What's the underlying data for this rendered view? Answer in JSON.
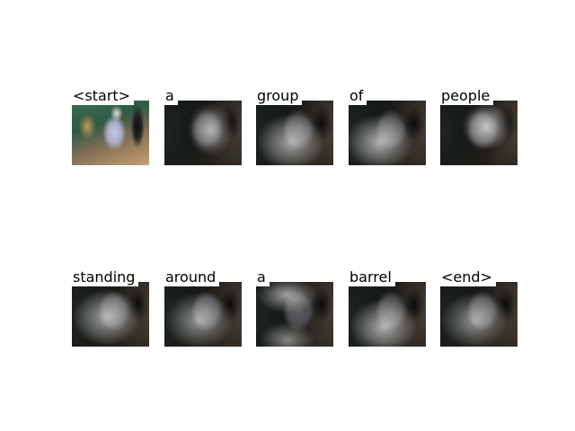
{
  "figure": {
    "words": [
      "<start>",
      "a",
      "group",
      "of",
      "people",
      "standing",
      "around",
      "a",
      "barrel",
      "<end>"
    ]
  }
}
